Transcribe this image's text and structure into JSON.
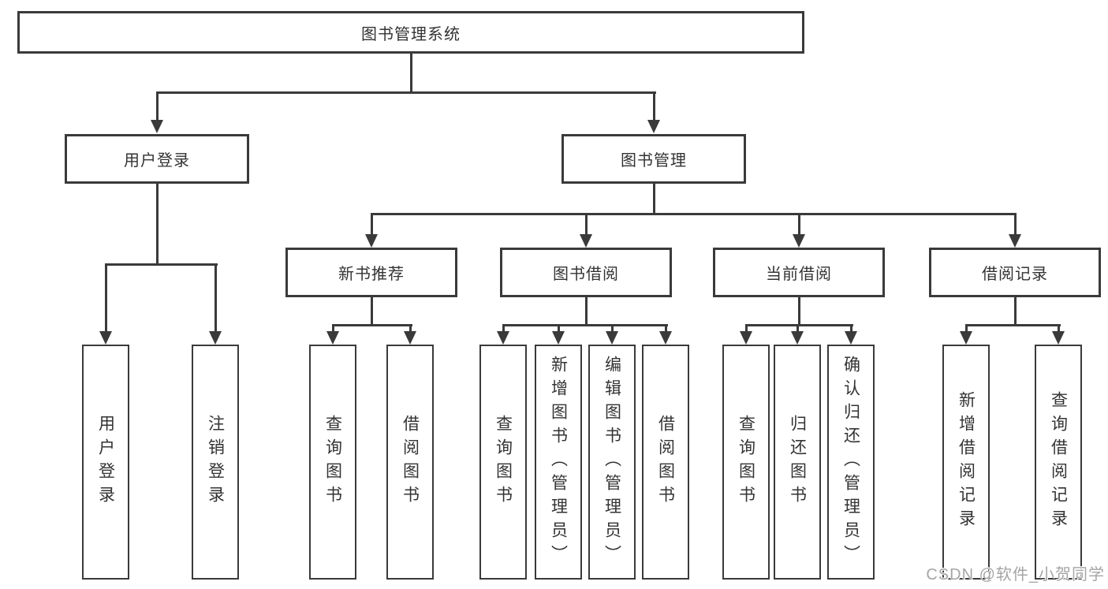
{
  "root": {
    "label": "图书管理系统"
  },
  "branches": [
    {
      "label": "用户登录",
      "children": [
        {
          "label": "用户登录"
        },
        {
          "label": "注销登录"
        }
      ]
    },
    {
      "label": "图书管理",
      "children": [
        {
          "label": "新书推荐",
          "children": [
            {
              "label": "查询图书"
            },
            {
              "label": "借阅图书"
            }
          ]
        },
        {
          "label": "图书借阅",
          "children": [
            {
              "label": "查询图书"
            },
            {
              "label": "新增图书（管理员）"
            },
            {
              "label": "编辑图书（管理员）"
            },
            {
              "label": "借阅图书"
            }
          ]
        },
        {
          "label": "当前借阅",
          "children": [
            {
              "label": "查询图书"
            },
            {
              "label": "归还图书"
            },
            {
              "label": "确认归还（管理员）"
            }
          ]
        },
        {
          "label": "借阅记录",
          "children": [
            {
              "label": "新增借阅记录"
            },
            {
              "label": "查询借阅记录"
            }
          ]
        }
      ]
    }
  ],
  "watermark": "CSDN @软件_小贺同学",
  "colors": {
    "line": "#3a3a3a",
    "box_border": "#3a3a3a",
    "text": "#333333",
    "watermark": "#a5a5a5",
    "background": "#ffffff"
  }
}
